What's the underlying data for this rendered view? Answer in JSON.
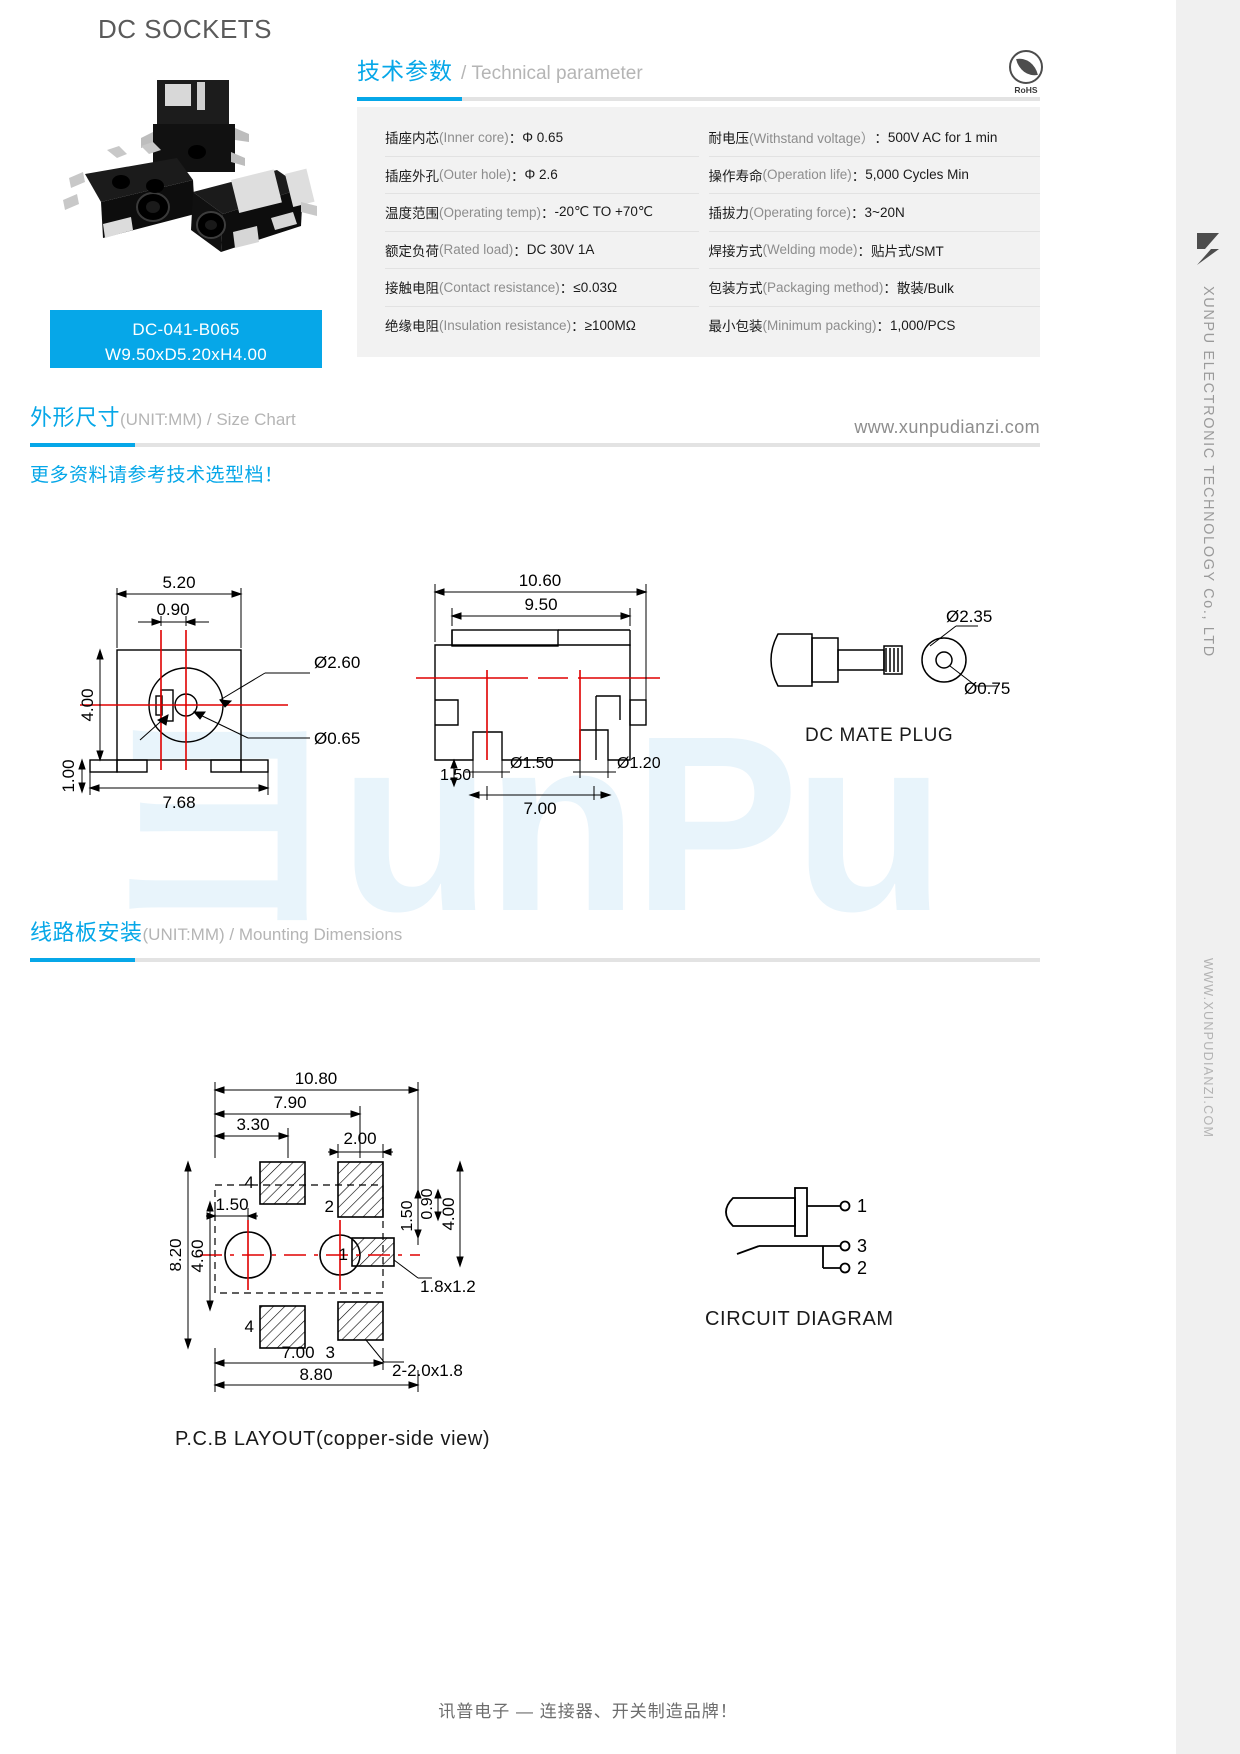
{
  "product": {
    "title": "DC SOCKETS",
    "model": "DC-041-B065",
    "dimensions": "W9.50xD5.20xH4.00"
  },
  "tech": {
    "heading_cn": "技术参数",
    "heading_en": "/ Technical parameter",
    "rohs_label": "RoHS",
    "left_rows": [
      {
        "cn": "插座内芯",
        "en": "(Inner core)",
        "sep": "：",
        "val": "Φ 0.65"
      },
      {
        "cn": "插座外孔",
        "en": "(Outer hole)",
        "sep": "：",
        "val": "Φ 2.6"
      },
      {
        "cn": "温度范围",
        "en": "(Operating temp)",
        "sep": "：",
        "val": "-20℃ TO +70℃"
      },
      {
        "cn": "额定负荷",
        "en": "(Rated load)",
        "sep": "：",
        "val": "DC 30V 1A"
      },
      {
        "cn": "接触电阻",
        "en": "(Contact resistance)",
        "sep": "：",
        "val": "≤0.03Ω"
      },
      {
        "cn": "绝缘电阻",
        "en": "(Insulation resistance)",
        "sep": "：",
        "val": "≥100MΩ"
      }
    ],
    "right_rows": [
      {
        "cn": "耐电压",
        "en": "(Withstand voltage）",
        "sep": "：",
        "val": "500V AC for 1 min"
      },
      {
        "cn": "操作寿命",
        "en": "(Operation life)",
        "sep": "：",
        "val": "5,000 Cycles Min"
      },
      {
        "cn": "插拔力",
        "en": "(Operating force)",
        "sep": "：",
        "val": "3~20N"
      },
      {
        "cn": "焊接方式",
        "en": "(Welding mode)",
        "sep": "：",
        "val": "贴片式/SMT"
      },
      {
        "cn": "包装方式",
        "en": "(Packaging method)",
        "sep": "：",
        "val": "散装/Bulk"
      },
      {
        "cn": "最小包装",
        "en": "(Minimum packing)",
        "sep": "：",
        "val": "1,000/PCS"
      }
    ]
  },
  "size_section": {
    "heading_cn": "外形尺寸",
    "heading_en": "(UNIT:MM) / Size Chart",
    "note": "更多资料请参考技术选型档！",
    "website": "www.xunpudianzi.com"
  },
  "mount_section": {
    "heading_cn": "线路板安装",
    "heading_en": "(UNIT:MM) / Mounting Dimensions"
  },
  "captions": {
    "mate_plug": "DC  MATE  PLUG",
    "pcb_layout": "P.C.B LAYOUT(copper-side view)",
    "circuit": "CIRCUIT DIAGRAM"
  },
  "front_view": {
    "w_overall": "5.20",
    "w_inner": "0.90",
    "h_overall": "4.00",
    "h_foot": "1.00",
    "w_base": "7.68",
    "dia_outer": "Ø2.60",
    "dia_inner": "Ø0.65"
  },
  "side_view": {
    "len_overall": "10.60",
    "len_body": "9.50",
    "pin_a": "Ø1.50",
    "pin_b": "Ø1.20",
    "pin_h": "1.50",
    "pitch": "7.00"
  },
  "plug_view": {
    "dia_outer": "Ø2.35",
    "dia_inner": "Ø0.75"
  },
  "pcb_layout": {
    "w_overall": "10.80",
    "w_a": "7.90",
    "w_b": "3.30",
    "w_pad": "2.00",
    "h_overall": "8.20",
    "h_a": "4.60",
    "x_hole": "1.50",
    "pad_v1": "1.50",
    "pad_v2": "0.90",
    "pad_v3": "4.00",
    "w_c": "7.00",
    "w_d": "8.80",
    "pad_note1": "1.8x1.2",
    "pad_note2": "2-2.0x1.8",
    "pin_labels": [
      "1",
      "2",
      "3",
      "4",
      "4"
    ]
  },
  "circuit": {
    "pins": [
      "1",
      "3",
      "2"
    ]
  },
  "rail": {
    "line1": "XUNPU ELECTRONIC TECHNOLOGY Co., LTD",
    "line2": "WWW.XUNPUDIANZI.COM"
  },
  "footer": "讯普电子 — 连接器、开关制造品牌！",
  "colors": {
    "accent": "#06a7e8",
    "grey_text": "#8d8d8d",
    "panel": "#f2f2f2"
  }
}
